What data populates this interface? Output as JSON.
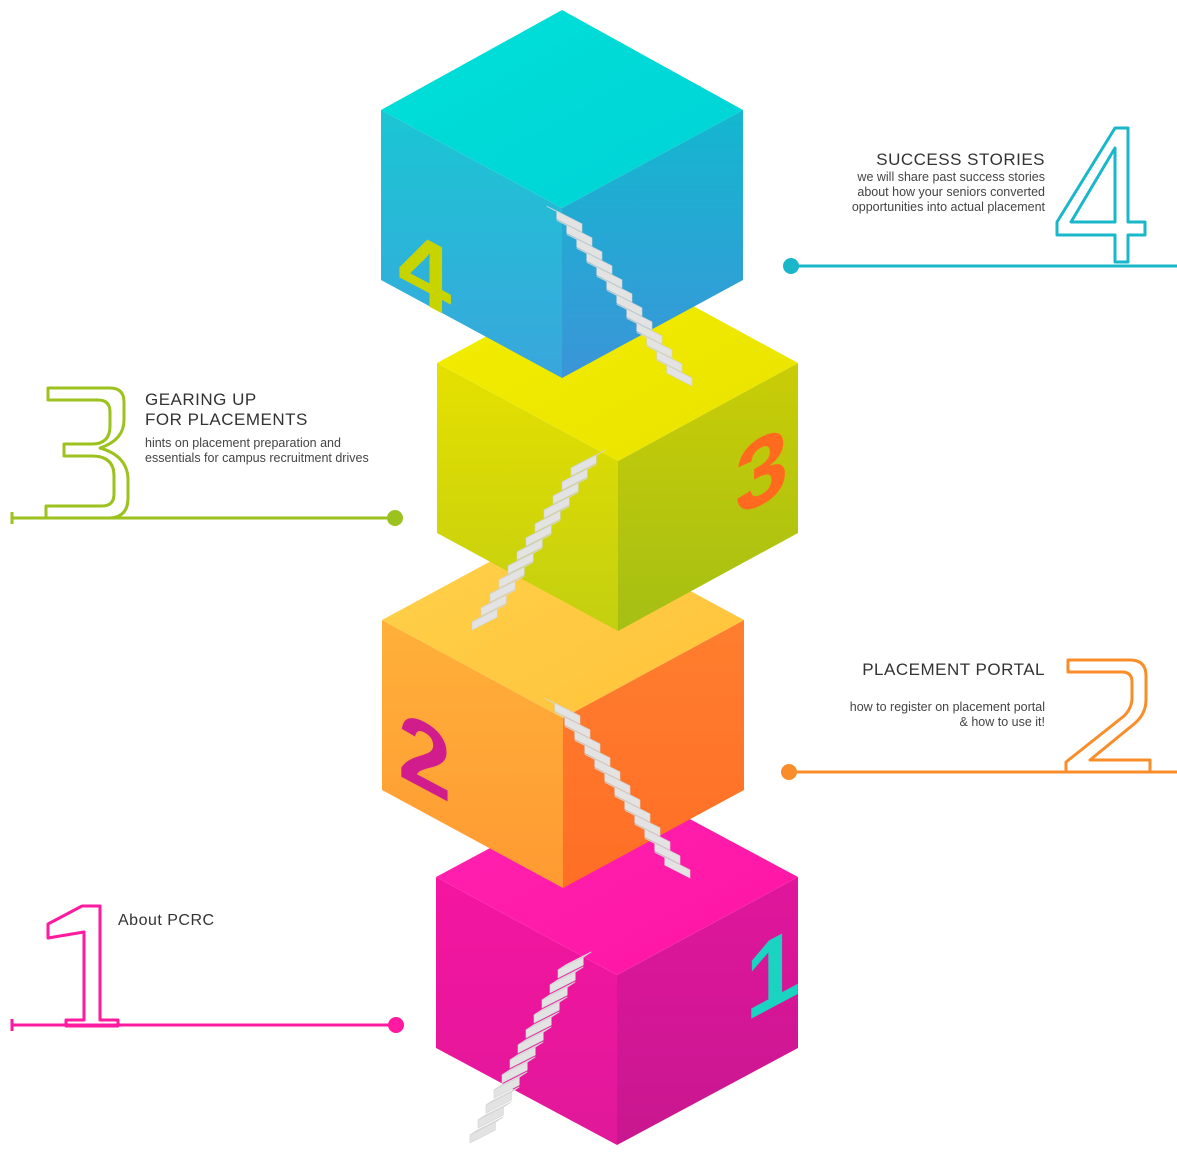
{
  "steps": [
    {
      "number": "1",
      "title": "About PCRC",
      "description": "",
      "color": "#ff1aa0"
    },
    {
      "number": "2",
      "title": "PLACEMENT PORTAL",
      "description": "how to register on placement portal & how to use it!",
      "color": "#f98d2a"
    },
    {
      "number": "3",
      "title_line1": "GEARING UP",
      "title_line2": "FOR PLACEMENTS",
      "description": "hints on placement preparation and essentials for campus recruitment drives",
      "color": "#9cc21d"
    },
    {
      "number": "4",
      "title": "SUCCESS STORIES",
      "description": "we will share past success stories about how your seniors converted opportunities into actual placement",
      "color": "#19b7c9"
    }
  ]
}
